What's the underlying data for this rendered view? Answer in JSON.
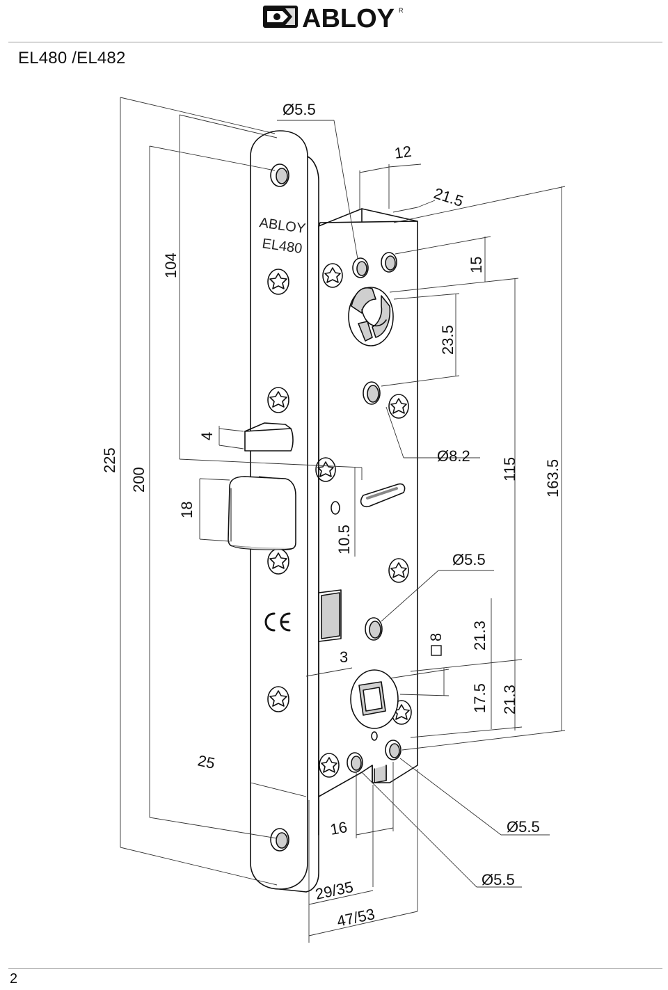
{
  "header": {
    "brand": "ABLOY",
    "registered_mark": "R",
    "model_title": "EL480 /EL482"
  },
  "plate_text": {
    "brand": "ABLOY",
    "model": "EL480",
    "ce_mark": "CE"
  },
  "dimensions": {
    "hole_dia_top": "Ø5.5",
    "offset_12": "12",
    "offset_21_5": "21.5",
    "spacing_15": "15",
    "spacing_23_5": "23.5",
    "height_225": "225",
    "height_200": "200",
    "height_104": "104",
    "latch_4": "4",
    "latch_18": "18",
    "hole_dia_8_2": "Ø8.2",
    "height_115": "115",
    "height_163_5": "163.5",
    "offset_10_5": "10.5",
    "hole_dia_mid": "Ø5.5",
    "offset_3": "3",
    "square_8": "8",
    "spacing_21_3_upper": "21.3",
    "spacing_17_5": "17.5",
    "spacing_21_3_lower": "21.3",
    "width_25": "25",
    "offset_16": "16",
    "hole_dia_bottom_right": "Ø5.5",
    "backset_29_35": "29/35",
    "hole_dia_bottom": "Ø5.5",
    "depth_47_53": "47/53"
  },
  "footer": {
    "page_number": "2"
  },
  "colors": {
    "line": "#111111",
    "thin_line": "#333333",
    "shade": "#cfcfcf",
    "rule": "#9a9a9a"
  }
}
